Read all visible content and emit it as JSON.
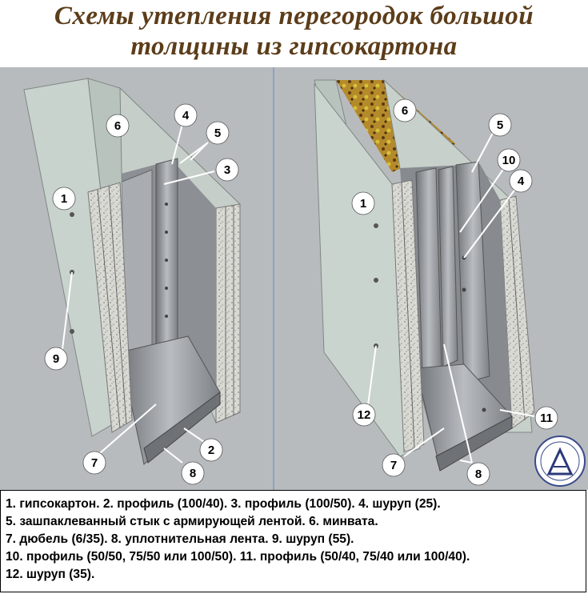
{
  "title": {
    "line1": "Схемы утепления перегородок большой",
    "line2": "толщины из гипсокартона"
  },
  "left_callouts": [
    "1",
    "2",
    "3",
    "4",
    "5",
    "6",
    "7",
    "8",
    "9"
  ],
  "right_callouts": [
    "1",
    "4",
    "5",
    "6",
    "7",
    "8",
    "10",
    "11",
    "12"
  ],
  "legend": [
    "1. гипсокартон.  2. профиль (100/40).  3. профиль (100/50).  4. шуруп (25).",
    "5. зашпаклеванный стык с армирующей лентой.  6. минвата.",
    "7. дюбель (6/35).  8. уплотнительная лента.  9. шуруп (55).",
    "10. профиль (50/50, 75/50 или 100/50).  11. профиль (50/40, 75/40 или 100/40).",
    "12. шуруп (35)."
  ],
  "colors": {
    "title": "#5c3d1a",
    "background": "#b7babd",
    "gypsum": "#c9d3ce",
    "insulation": "#c8b832",
    "metal": "#8e9296"
  }
}
